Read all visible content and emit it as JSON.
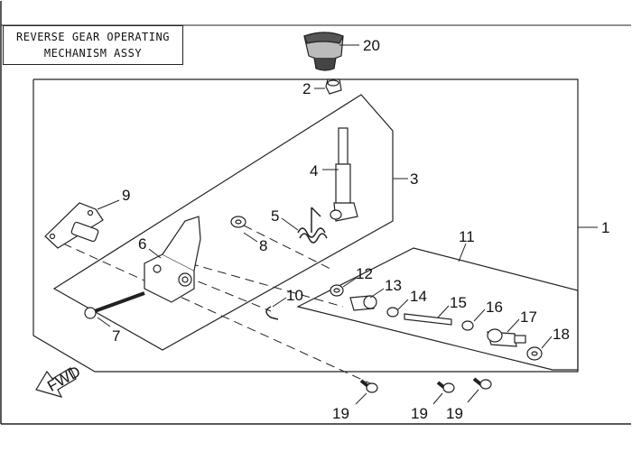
{
  "title": {
    "line1": "REVERSE GEAR OPERATING",
    "line2": "MECHANISM ASSY"
  },
  "direction_marker": {
    "label": "FWD",
    "icon": "forward-arrow-icon"
  },
  "callouts": {
    "c1": "1",
    "c2": "2",
    "c3": "3",
    "c4": "4",
    "c5": "5",
    "c6": "6",
    "c7": "7",
    "c8": "8",
    "c9": "9",
    "c10": "10",
    "c11": "11",
    "c12": "12",
    "c13": "13",
    "c14": "14",
    "c15": "15",
    "c16": "16",
    "c17": "17",
    "c18": "18",
    "c19a": "19",
    "c19b": "19",
    "c19c": "19",
    "c20": "20"
  },
  "colors": {
    "line": "#222222",
    "part_fill": "#ffffff",
    "shade": "#9a9a9a"
  }
}
